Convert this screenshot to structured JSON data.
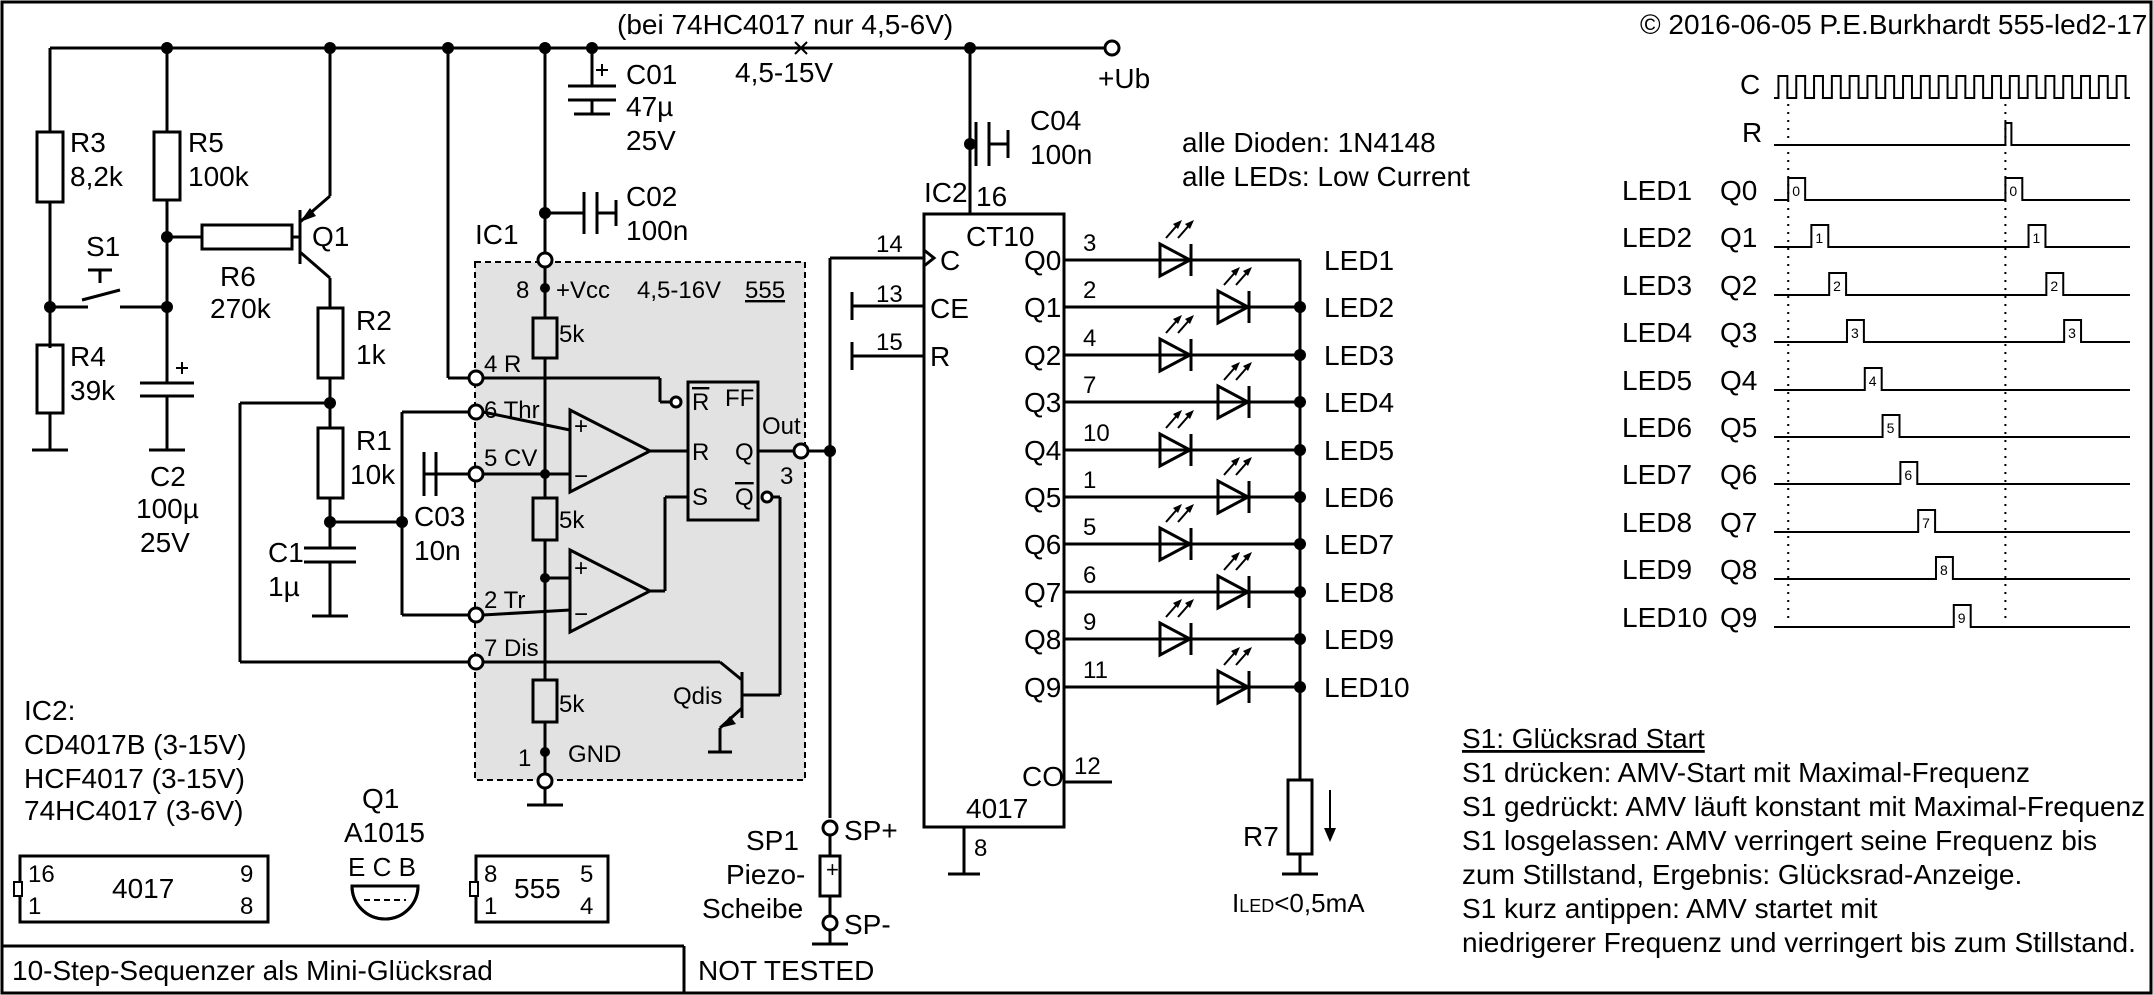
{
  "header": {
    "note": "(bei 74HC4017 nur 4,5-6V)",
    "supply_range": "4,5-15V",
    "supply": "+Ub",
    "copyright": "© 2016-06-05 P.E.Burkhardt 555-led2-17"
  },
  "notes": {
    "diodes": "alle Dioden: 1N4148",
    "leds": "alle LEDs: Low Current"
  },
  "components": {
    "r3": [
      "R3",
      "8,2k"
    ],
    "r5": [
      "R5",
      "100k"
    ],
    "r6": [
      "R6",
      "270k"
    ],
    "r4": [
      "R4",
      "39k"
    ],
    "r2": [
      "R2",
      "1k"
    ],
    "r1": [
      "R1",
      "10k"
    ],
    "q1": "Q1",
    "s1": "S1",
    "c2": [
      "C2",
      "100µ",
      "25V"
    ],
    "c1": [
      "C1",
      "1µ"
    ],
    "c01": [
      "C01",
      "47µ",
      "25V"
    ],
    "c02": [
      "C02",
      "100n"
    ],
    "c03": [
      "C03",
      "10n"
    ],
    "c04": [
      "C04",
      "100n"
    ],
    "r7": "R7",
    "iled": "I",
    "iled_sub": "LED",
    "iled_val": "<0,5mA"
  },
  "ic1": {
    "label": "IC1",
    "vcc_pin": "8",
    "vcc": "+Vcc",
    "vrange": "4,5-16V",
    "chip": "555",
    "r_pin": "4 R",
    "thr_pin": "6 Thr",
    "cv_pin": "5 CV",
    "tr_pin": "2 Tr",
    "dis_pin": "7 Dis",
    "res": "5k",
    "ff": "FF",
    "ff_r_bar": "R",
    "ff_r": "R",
    "ff_q": "Q",
    "ff_s": "S",
    "ff_q_bar": "Q",
    "out": "Out",
    "out_pin": "3",
    "gnd_pin": "1",
    "gnd": "GND",
    "qdis": "Qdis"
  },
  "ic2": {
    "label": "IC2",
    "vcc_pin": "16",
    "name": "CT10",
    "part": "4017",
    "clk_pin": "14",
    "clk": "C",
    "ce_pin": "13",
    "ce": "CE",
    "r_pin": "15",
    "r": "R",
    "co": "CO",
    "co_pin": "12",
    "gnd_pin": "8",
    "outputs": [
      {
        "q": "Q0",
        "pin": "3",
        "led": "LED1"
      },
      {
        "q": "Q1",
        "pin": "2",
        "led": "LED2"
      },
      {
        "q": "Q2",
        "pin": "4",
        "led": "LED3"
      },
      {
        "q": "Q3",
        "pin": "7",
        "led": "LED4"
      },
      {
        "q": "Q4",
        "pin": "10",
        "led": "LED5"
      },
      {
        "q": "Q5",
        "pin": "1",
        "led": "LED6"
      },
      {
        "q": "Q6",
        "pin": "5",
        "led": "LED7"
      },
      {
        "q": "Q7",
        "pin": "6",
        "led": "LED8"
      },
      {
        "q": "Q8",
        "pin": "9",
        "led": "LED9"
      },
      {
        "q": "Q9",
        "pin": "11",
        "led": "LED10"
      }
    ]
  },
  "piezo": {
    "plus": "SP+",
    "minus": "SP-",
    "name": "SP1",
    "line1": "Piezo-",
    "line2": "Scheibe"
  },
  "packages": {
    "ic2_title": "IC2:",
    "ic2_variants": [
      "CD4017B (3-15V)",
      "HCF4017 (3-15V)",
      "74HC4017 (3-6V)"
    ],
    "pkg4017": {
      "tl": "16",
      "bl": "1",
      "name": "4017",
      "tr": "9",
      "br": "8"
    },
    "q1_title": "Q1",
    "q1_type": "A1015",
    "q1_pins": "E C B",
    "pkg555": {
      "tl": "8",
      "bl": "1",
      "name": "555",
      "tr": "5",
      "br": "4"
    }
  },
  "timing": {
    "c": "C",
    "r": "R",
    "rows": [
      {
        "led": "LED1",
        "q": "Q0",
        "n": "0"
      },
      {
        "led": "LED2",
        "q": "Q1",
        "n": "1"
      },
      {
        "led": "LED3",
        "q": "Q2",
        "n": "2"
      },
      {
        "led": "LED4",
        "q": "Q3",
        "n": "3"
      },
      {
        "led": "LED5",
        "q": "Q4",
        "n": "4"
      },
      {
        "led": "LED6",
        "q": "Q5",
        "n": "5"
      },
      {
        "led": "LED7",
        "q": "Q6",
        "n": "6"
      },
      {
        "led": "LED8",
        "q": "Q7",
        "n": "7"
      },
      {
        "led": "LED9",
        "q": "Q8",
        "n": "8"
      },
      {
        "led": "LED10",
        "q": "Q9",
        "n": "9"
      }
    ]
  },
  "description": {
    "title": "S1: Glücksrad Start",
    "lines": [
      "S1 drücken: AMV-Start mit Maximal-Frequenz",
      "S1 gedrückt: AMV läuft konstant mit Maximal-Frequenz",
      "S1 losgelassen: AMV verringert seine Frequenz bis",
      "zum Stillstand, Ergebnis: Glücksrad-Anzeige.",
      "S1 kurz antippen: AMV startet mit",
      "niedrigerer Frequenz und verringert bis zum Stillstand."
    ]
  },
  "footer": {
    "title": "10-Step-Sequenzer als Mini-Glücksrad",
    "status": "NOT TESTED"
  }
}
